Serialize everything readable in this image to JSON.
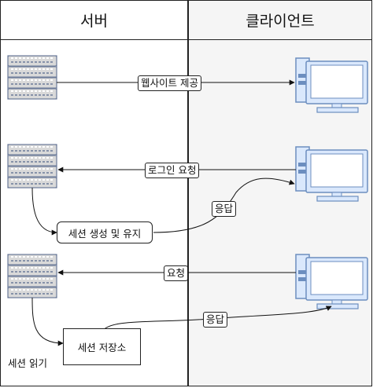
{
  "lanes": {
    "server_title": "서버",
    "client_title": "클라이언트"
  },
  "messages": {
    "web_service": "웹사이트 제공",
    "login_request": "로그인 요청",
    "response_1": "응답",
    "request": "요청",
    "response_2": "응답"
  },
  "process": {
    "session_create": "세션 생성 및 유지",
    "session_store": "세션 저장소",
    "session_read": "세션 읽기"
  },
  "icons": {
    "server": "server-rack-icon",
    "client": "desktop-computer-icon"
  },
  "colors": {
    "server_fill": "#d9d9d9",
    "server_stroke": "#6b7a99",
    "pc_fill": "#dae8fc",
    "pc_stroke": "#6c8ebf",
    "client_lane": "#f5f5f5"
  }
}
